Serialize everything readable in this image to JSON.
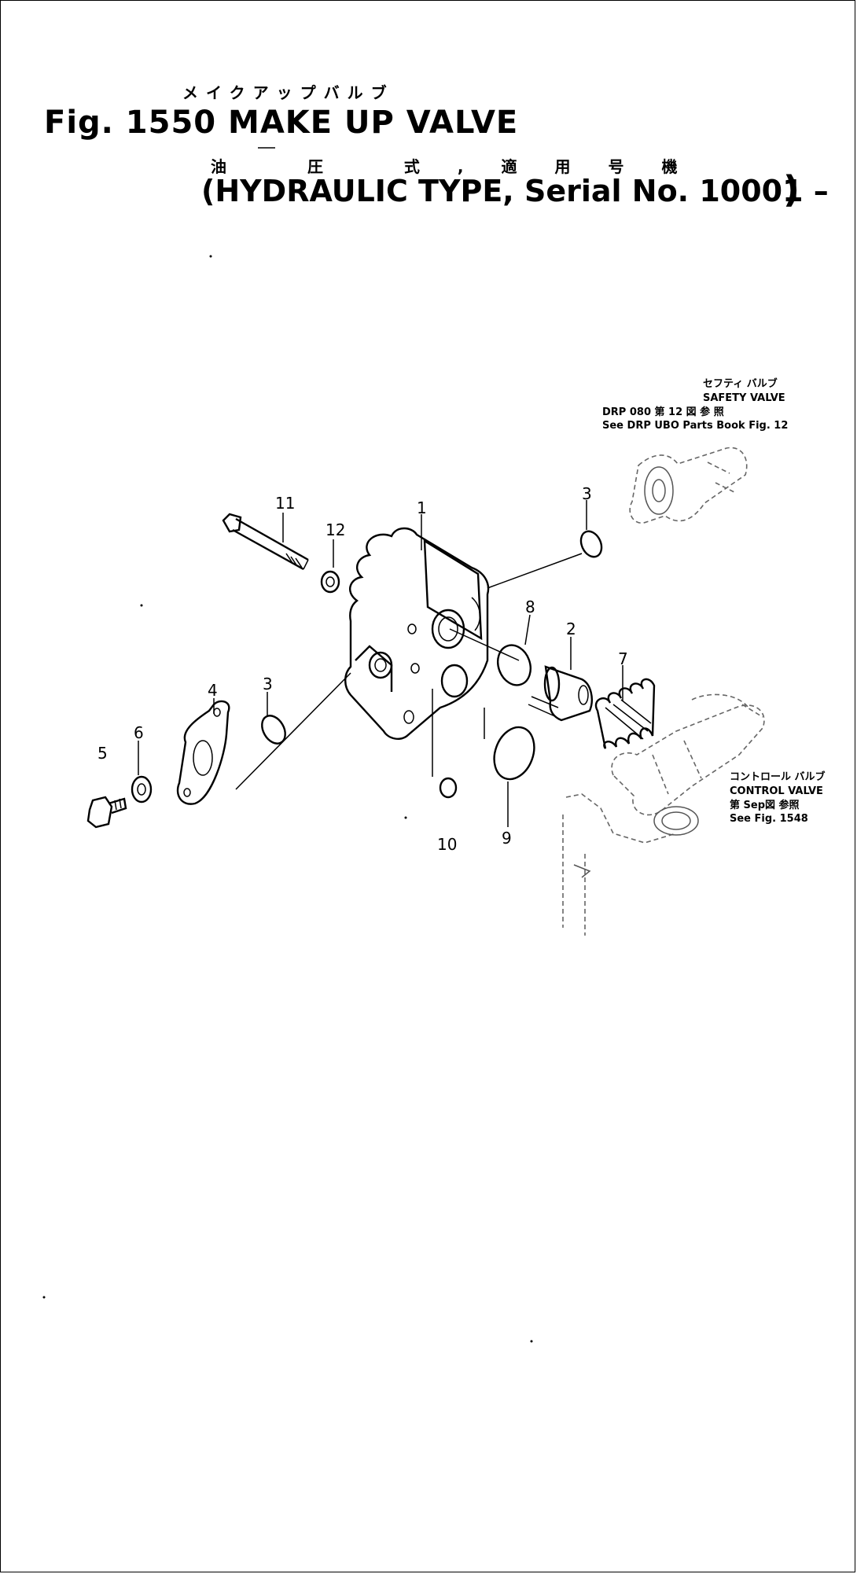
{
  "header": {
    "katakana": "メイクアップバルブ",
    "title": "Fig. 1550 MAKE UP VALVE",
    "kanji": "油 圧 式,適用号機",
    "subtitle": "(HYDRAULIC TYPE, Serial No. 10001 –",
    "close_paren": ")"
  },
  "references": {
    "safety_valve": {
      "jp": "セフティ バルブ",
      "en": "SAFETY VALVE",
      "ref_jp": "DRP 080 第 12 図 参 照",
      "ref_en": "See DRP UBO Parts Book Fig. 12"
    },
    "control_valve": {
      "jp": "コントロール バルブ",
      "en": "CONTROL VALVE",
      "ref_jp": "第 Sep図 参照",
      "ref_en": "See Fig. 1548"
    }
  },
  "callouts": [
    "11",
    "12",
    "1",
    "3",
    "8",
    "2",
    "7",
    "4",
    "3",
    "6",
    "5",
    "10",
    "9"
  ]
}
